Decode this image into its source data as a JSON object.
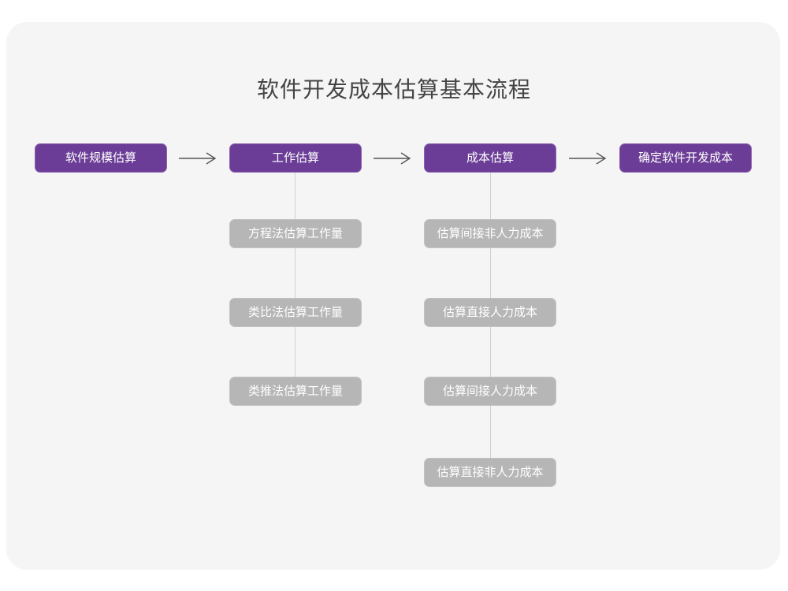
{
  "diagram": {
    "title": "软件开发成本估算基本流程",
    "colors": {
      "panel_background": "#f5f5f6",
      "page_background": "#ffffff",
      "primary_node_fill": "#6b3d96",
      "primary_node_border": "#8c61ad",
      "secondary_node_fill": "#b6b6b6",
      "secondary_node_border": "#c3c3c3",
      "node_text": "#ffffff",
      "title_text": "#444444",
      "arrow": "#555555",
      "connector_line": "#cfcfcf"
    },
    "main_stages": [
      {
        "label": "软件规模估算"
      },
      {
        "label": "工作估算"
      },
      {
        "label": "成本估算"
      },
      {
        "label": "确定软件开发成本"
      }
    ],
    "arrows": [
      {
        "name": "arrow-stage1-to-stage2",
        "glyph": "→"
      },
      {
        "name": "arrow-stage2-to-stage3",
        "glyph": "→"
      },
      {
        "name": "arrow-stage3-to-stage4",
        "glyph": "→"
      }
    ],
    "substeps": {
      "work_estimation": [
        {
          "label": "方程法估算工作量"
        },
        {
          "label": "类比法估算工作量"
        },
        {
          "label": "类推法估算工作量"
        }
      ],
      "cost_estimation": [
        {
          "label": "估算间接非人力成本"
        },
        {
          "label": "估算直接人力成本"
        },
        {
          "label": "估算间接人力成本"
        },
        {
          "label": "估算直接非人力成本"
        }
      ]
    }
  }
}
